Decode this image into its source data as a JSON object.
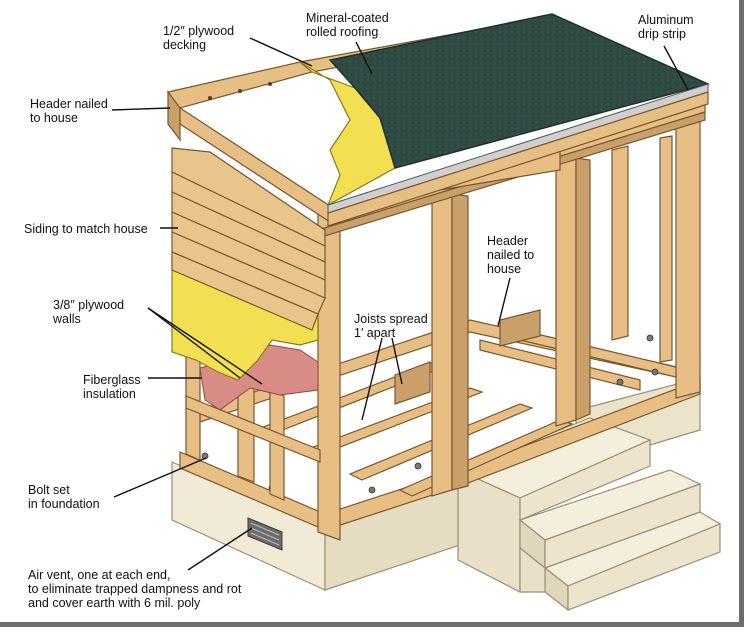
{
  "labels": {
    "plywood_decking": "1/2″ plywood\ndecking",
    "rolled_roofing": "Mineral-coated\nrolled roofing",
    "drip_strip": "Aluminum\ndrip strip",
    "header_house_left": "Header nailed\nto house",
    "siding": "Siding to match house",
    "header_house_right": "Header\nnailed to\nhouse",
    "plywood_walls": "3/8″ plywood\nwalls",
    "joists": "Joists spread\n1′ apart",
    "insulation": "Fiberglass\ninsulation",
    "bolt": "Bolt set\nin foundation",
    "air_vent": "Air vent, one at each end,\nto eliminate trapped dampness and rot\nand cover earth with 6 mil. poly"
  },
  "colors": {
    "lumber": "#e7bf85",
    "lumber_dark": "#b98a4e",
    "lumber_line": "#7a5630",
    "roofing": "#2f4a43",
    "plywood": "#f2df52",
    "concrete": "#f1ead7",
    "insulation": "#d98b86"
  }
}
